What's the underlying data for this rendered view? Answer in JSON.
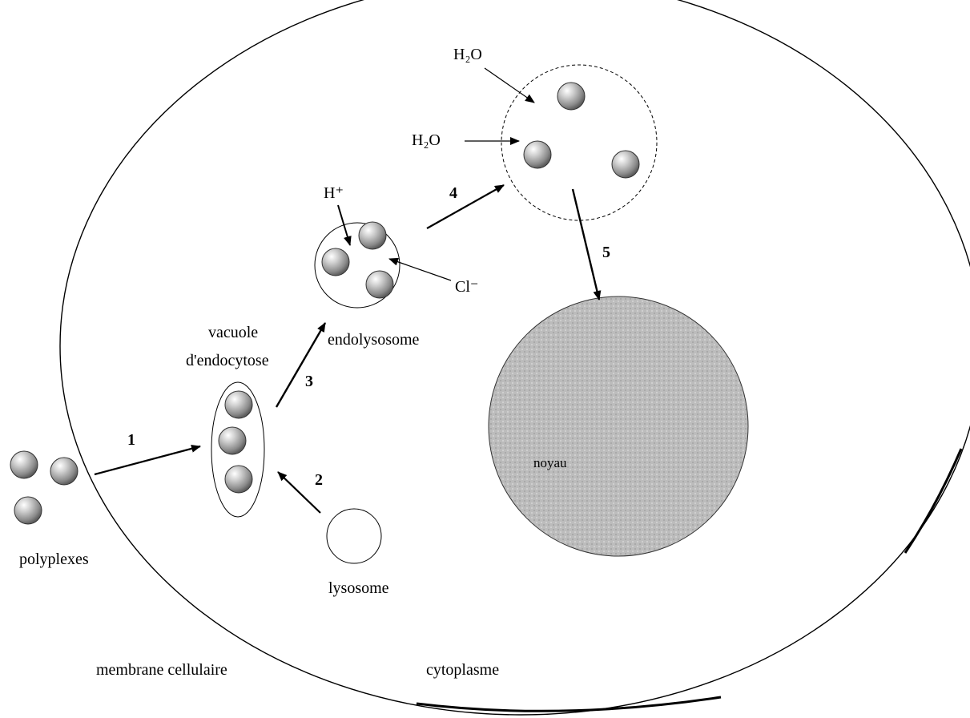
{
  "labels": {
    "h2o_top": "H₂O",
    "h2o_mid": "H₂O",
    "h_plus": "H⁺",
    "cl_minus": "Cl⁻",
    "vacuole_line1": "vacuole",
    "vacuole_line2": "d'endocytose",
    "endolysosome": "endolysosome",
    "noyau": "noyau",
    "polyplexes": "polyplexes",
    "lysosome": "lysosome",
    "membrane": "membrane cellulaire",
    "cytoplasme": "cytoplasme"
  },
  "steps": {
    "s1": "1",
    "s2": "2",
    "s3": "3",
    "s4": "4",
    "s5": "5"
  },
  "colors": {
    "sphere": "#9a9a9a",
    "sphere_highlight": "#ffffff",
    "nucleus_fill": "#bdbdbd",
    "outline": "#000000"
  }
}
